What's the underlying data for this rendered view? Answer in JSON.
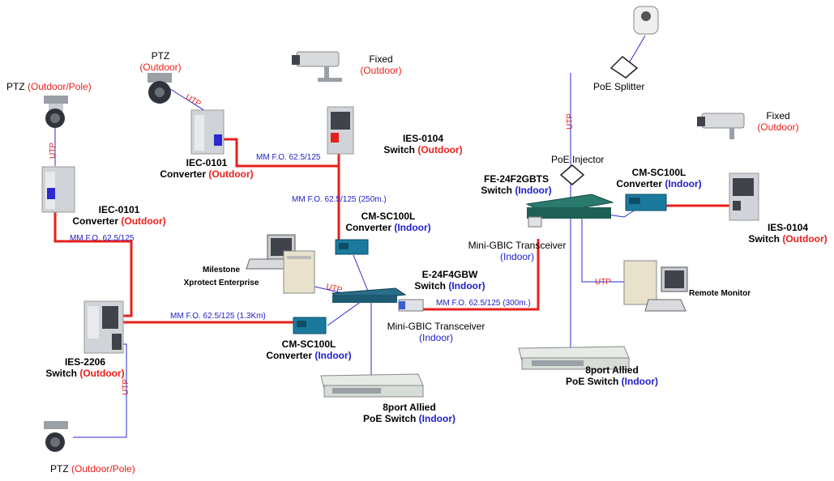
{
  "labels": {
    "ptz_pole_top_name": "PTZ",
    "ptz_pole_top_loc": "(Outdoor/Pole)",
    "ptz_outdoor_name": "PTZ",
    "ptz_outdoor_loc": "(Outdoor)",
    "fixed_left_name": "Fixed",
    "fixed_left_loc": "(Outdoor)",
    "poe_splitter": "PoE Splitter",
    "fixed_right_name": "Fixed",
    "fixed_right_loc": "(Outdoor)",
    "iec_top_name": "IEC-0101",
    "iec_top_type": "Converter",
    "iec_top_loc": "(Outdoor)",
    "ies0104_left_name": "IES-0104",
    "ies0104_left_type": "Switch",
    "ies0104_left_loc": "(Outdoor)",
    "poe_injector": "PoE Injector",
    "fe24_name": "FE-24F2GBTS",
    "fe24_type": "Switch",
    "fe24_loc": "(Indoor)",
    "cmsc_right_name": "CM-SC100L",
    "cmsc_right_type": "Converter",
    "cmsc_right_loc": "(Indoor)",
    "iec_left_name": "IEC-0101",
    "iec_left_type": "Converter",
    "iec_left_loc": "(Outdoor)",
    "cmsc_mid_name": "CM-SC100L",
    "cmsc_mid_type": "Converter",
    "cmsc_mid_loc": "(Indoor)",
    "ies0104_right_name": "IES-0104",
    "ies0104_right_type": "Switch",
    "ies0104_right_loc": "(Outdoor)",
    "mini_gbic_right_name": "Mini-GBIC Transceiver",
    "mini_gbic_right_loc": "(Indoor)",
    "milestone_line1": "Milestone",
    "milestone_line2": "Xprotect Enterprise",
    "e24_name": "E-24F4GBW",
    "e24_type": "Switch",
    "e24_loc": "(Indoor)",
    "remote_monitor": "Remote Monitor",
    "ies2206_name": "IES-2206",
    "ies2206_type": "Switch",
    "ies2206_loc": "(Outdoor)",
    "cmsc_bottom_name": "CM-SC100L",
    "cmsc_bottom_type": "Converter",
    "cmsc_bottom_loc": "(Indoor)",
    "mini_gbic_mid_name": "Mini-GBIC Transceiver",
    "mini_gbic_mid_loc": "(Indoor)",
    "poe8_right_name": "8port Allied",
    "poe8_right_type": "PoE Switch",
    "poe8_right_loc": "(Indoor)",
    "poe8_mid_name": "8port Allied",
    "poe8_mid_type": "PoE Switch",
    "poe8_mid_loc": "(Indoor)",
    "ptz_pole_bottom_name": "PTZ",
    "ptz_pole_bottom_loc": "(Outdoor/Pole)"
  },
  "links": {
    "mmfo_iec_top": "MM F.O. 62.5/125",
    "mmfo_250": "MM F.O.  62.5/125 (250m.)",
    "mmfo_iec_left": "MM F.O. 62.5/125",
    "mmfo_1300": "MM F.O. 62.5/125 (1.3Km)",
    "mmfo_300": "MM F.O.   62.5/125 (300m.)",
    "utp": "UTP"
  },
  "colors": {
    "fiber": "#e8201c",
    "utp_line": "#2a2ad0",
    "label_red": "#e8201c",
    "label_blue": "#2020c8"
  }
}
